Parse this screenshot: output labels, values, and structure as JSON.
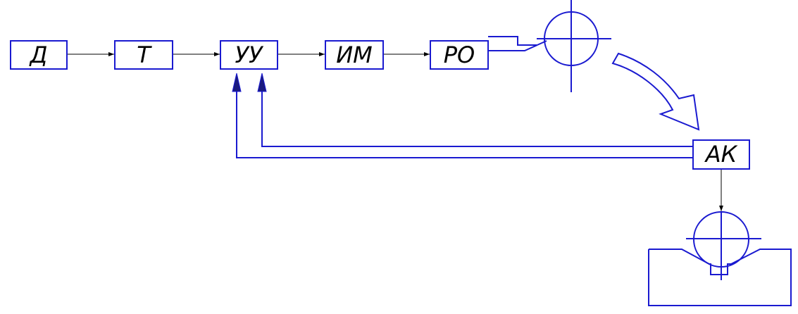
{
  "colors": {
    "line": "#1a1ad0",
    "arrowFill": "#1a1a80",
    "text": "#000000",
    "connector": "#000000"
  },
  "blocks": {
    "d": "Д",
    "t": "Т",
    "uu": "УУ",
    "im": "ИМ",
    "ro": "РО",
    "ak": "АК"
  }
}
